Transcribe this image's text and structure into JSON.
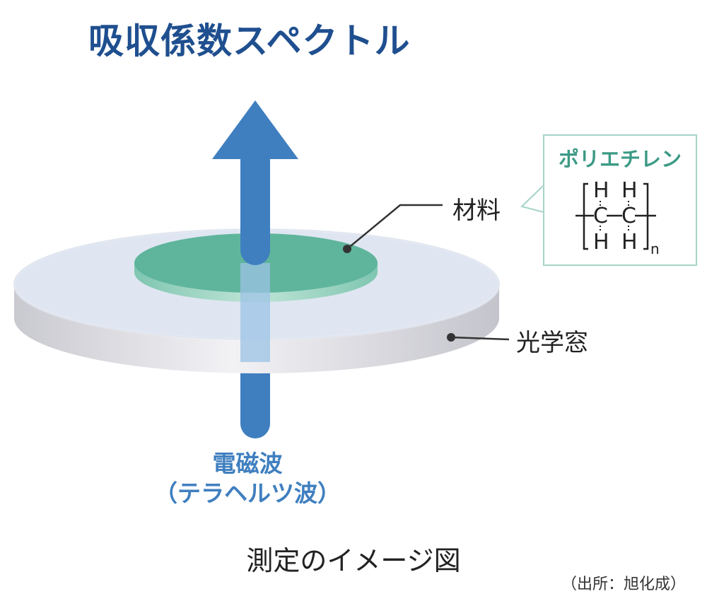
{
  "title": "吸収係数スペクトル",
  "labels": {
    "material": "材料",
    "optical_window": "光学窓"
  },
  "callout": {
    "title": "ポリエチレン",
    "formula": {
      "top_atoms": [
        "H",
        "H"
      ],
      "middle_atoms": [
        "C",
        "C"
      ],
      "bottom_atoms": [
        "H",
        "H"
      ],
      "repeat_subscript": "n"
    }
  },
  "wave_label": {
    "line1": "電磁波",
    "line2": "（テラヘルツ波）"
  },
  "caption": "測定のイメージ図",
  "source": "（出所：旭化成）",
  "colors": {
    "title": "#1f4f8f",
    "arrow": "#3f7fbf",
    "sample": "#5fb59c",
    "callout_border": "#a6d3c8",
    "callout_title": "#3c9a85",
    "window_top": "#dfe7f2",
    "window_side": "#d3d3da"
  }
}
